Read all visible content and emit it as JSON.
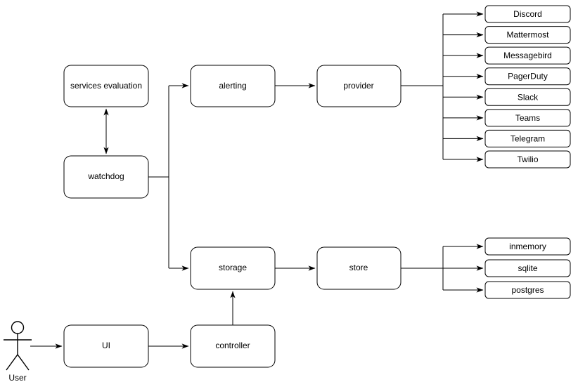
{
  "diagram": {
    "title": "services architecture flow diagram",
    "background_color": "#ffffff",
    "stroke_color": "#000000",
    "text_color": "#000000",
    "actor": {
      "label": "User",
      "icon": "stick-figure-actor-icon"
    },
    "nodes": {
      "services_evaluation": "services evaluation",
      "watchdog": "watchdog",
      "alerting": "alerting",
      "provider": "provider",
      "storage": "storage",
      "store": "store",
      "ui": "UI",
      "controller": "controller"
    },
    "provider_targets": [
      "Discord",
      "Mattermost",
      "Messagebird",
      "PagerDuty",
      "Slack",
      "Teams",
      "Telegram",
      "Twilio"
    ],
    "store_targets": [
      "inmemory",
      "sqlite",
      "postgres"
    ]
  }
}
